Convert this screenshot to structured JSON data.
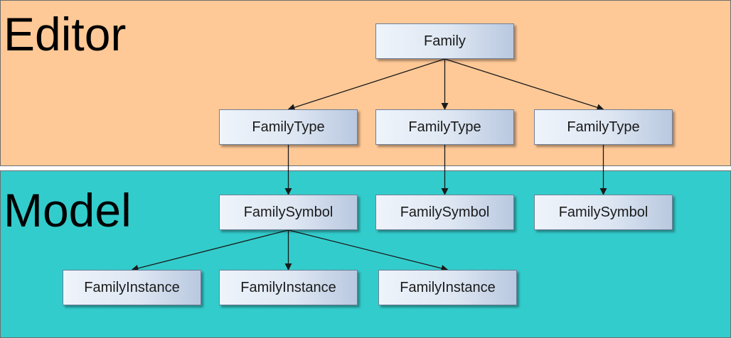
{
  "regions": {
    "editor": {
      "label": "Editor",
      "color": "#ffc997"
    },
    "model": {
      "label": "Model",
      "color": "#33cccc"
    }
  },
  "nodes": {
    "family": "Family",
    "familytype_1": "FamilyType",
    "familytype_2": "FamilyType",
    "familytype_3": "FamilyType",
    "familysymbol_1": "FamilySymbol",
    "familysymbol_2": "FamilySymbol",
    "familysymbol_3": "FamilySymbol",
    "familyinstance_1": "FamilyInstance",
    "familyinstance_2": "FamilyInstance",
    "familyinstance_3": "FamilyInstance"
  },
  "edges": [
    [
      "family",
      "familytype_1"
    ],
    [
      "family",
      "familytype_2"
    ],
    [
      "family",
      "familytype_3"
    ],
    [
      "familytype_1",
      "familysymbol_1"
    ],
    [
      "familytype_2",
      "familysymbol_2"
    ],
    [
      "familytype_3",
      "familysymbol_3"
    ],
    [
      "familysymbol_1",
      "familyinstance_1"
    ],
    [
      "familysymbol_1",
      "familyinstance_2"
    ],
    [
      "familysymbol_1",
      "familyinstance_3"
    ]
  ]
}
